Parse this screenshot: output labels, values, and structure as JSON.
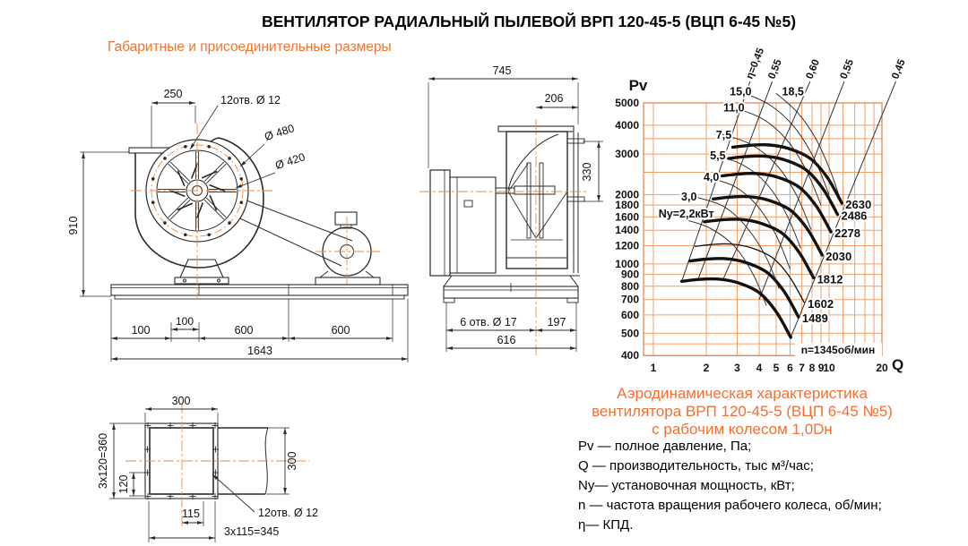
{
  "page": {
    "title": "ВЕНТИЛЯТОР РАДИАЛЬНЫЙ ПЫЛЕВОЙ ВРП 120-45-5 (ВЦП 6-45 №5)",
    "subtitle": "Габаритные и присоединительные размеры"
  },
  "colors": {
    "accent": "#f2732c",
    "grid": "#f0a068",
    "axis_box": "#e8884a",
    "centerline": "#f08a3c",
    "line": "#2a2a2a"
  },
  "front_view": {
    "dims": {
      "top_width": "250",
      "holes": "12отв. Ø 12",
      "outer_dia": "Ø 480",
      "inner_dia": "Ø 420",
      "height": "910",
      "base_left": "100",
      "base_small": "100",
      "base_mid": "600",
      "base_right": "600",
      "base_total": "1643"
    }
  },
  "side_view": {
    "dims": {
      "total_width": "745",
      "outlet_offset": "206",
      "flange_height": "330",
      "base_holes": "6 отв. Ø 17",
      "base_right": "197",
      "base_width": "616"
    }
  },
  "flange_view": {
    "dims": {
      "top_width": "300",
      "left_pitch": "3x120=360",
      "pitch": "120",
      "duct_height": "300",
      "hole_offset": "115",
      "holes": "12отв.  Ø 12",
      "bottom_pitch": "3x115=345"
    }
  },
  "chart_data": {
    "type": "line",
    "x_axis": {
      "label": "Q",
      "scale": "log",
      "range": [
        1,
        20
      ],
      "ticks": [
        1,
        2,
        3,
        4,
        5,
        6,
        7,
        8,
        9,
        10,
        20
      ],
      "minor": [
        12,
        14,
        16,
        18
      ]
    },
    "y_axis": {
      "label": "Pv",
      "scale": "log",
      "range": [
        400,
        5000
      ],
      "ticks": [
        5000,
        4000,
        3000,
        2000,
        1800,
        1600,
        1400,
        1200,
        1000,
        900,
        800,
        700,
        600,
        500,
        400
      ],
      "minor": [
        3500,
        2500,
        450
      ]
    },
    "speed_curves": [
      {
        "rpm": "2630",
        "points": [
          [
            2.83,
            3211
          ],
          [
            3.52,
            3271
          ],
          [
            4.5,
            3287
          ],
          [
            5.87,
            3172
          ],
          [
            7.82,
            2866
          ],
          [
            9.78,
            2370
          ],
          [
            11.83,
            1835
          ]
        ]
      },
      {
        "rpm": "2486",
        "points": [
          [
            2.68,
            2869
          ],
          [
            3.33,
            2923
          ],
          [
            4.25,
            2937
          ],
          [
            5.54,
            2835
          ],
          [
            7.39,
            2561
          ],
          [
            9.24,
            2117
          ],
          [
            11.18,
            1639
          ]
        ]
      },
      {
        "rpm": "2278",
        "points": [
          [
            2.46,
            2410
          ],
          [
            3.05,
            2456
          ],
          [
            3.9,
            2468
          ],
          [
            5.08,
            2382
          ],
          [
            6.77,
            2152
          ],
          [
            8.47,
            1779
          ],
          [
            10.25,
            1377
          ]
        ]
      },
      {
        "rpm": "2030",
        "points": [
          [
            2.19,
            1913
          ],
          [
            2.72,
            1950
          ],
          [
            3.47,
            1959
          ],
          [
            4.53,
            1890
          ],
          [
            6.04,
            1708
          ],
          [
            7.55,
            1412
          ],
          [
            9.13,
            1093
          ]
        ]
      },
      {
        "rpm": "1812",
        "points": [
          [
            1.95,
            1524
          ],
          [
            2.42,
            1553
          ],
          [
            3.1,
            1561
          ],
          [
            4.04,
            1506
          ],
          [
            5.39,
            1361
          ],
          [
            6.74,
            1125
          ],
          [
            8.15,
            871
          ]
        ]
      },
      {
        "rpm": "1602",
        "thin": true,
        "points": [
          [
            1.73,
            1191
          ],
          [
            2.14,
            1214
          ],
          [
            2.74,
            1220
          ],
          [
            3.57,
            1177
          ],
          [
            4.76,
            1064
          ],
          [
            5.96,
            879
          ],
          [
            7.21,
            681
          ]
        ]
      },
      {
        "rpm": "1489",
        "points": [
          [
            1.61,
            1029
          ],
          [
            1.99,
            1049
          ],
          [
            2.55,
            1054
          ],
          [
            3.32,
            1017
          ],
          [
            4.43,
            919
          ],
          [
            5.54,
            760
          ],
          [
            6.7,
            588
          ]
        ]
      },
      {
        "rpm": "1345",
        "annotation": "n=1345об/мин",
        "points": [
          [
            1.45,
            840
          ],
          [
            1.8,
            856
          ],
          [
            2.3,
            860
          ],
          [
            3.0,
            830
          ],
          [
            4.0,
            750
          ],
          [
            5.0,
            620
          ],
          [
            6.05,
            480
          ]
        ]
      }
    ],
    "power_curves": [
      {
        "kw": "Ny=2,2кВт",
        "label_at": [
          1.07,
          1650
        ],
        "points": [
          [
            1.5,
            1560
          ],
          [
            2.1,
            1430
          ],
          [
            2.9,
            1190
          ],
          [
            3.7,
            900
          ],
          [
            4.4,
            660
          ]
        ]
      },
      {
        "kw": "3,0",
        "label_at": [
          1.44,
          1950
        ],
        "points": [
          [
            1.75,
            1950
          ],
          [
            2.5,
            1780
          ],
          [
            3.3,
            1480
          ],
          [
            4.3,
            1100
          ],
          [
            5.2,
            780
          ]
        ]
      },
      {
        "kw": "4,0",
        "label_at": [
          1.93,
          2380
        ],
        "points": [
          [
            2.0,
            2380
          ],
          [
            2.9,
            2170
          ],
          [
            3.9,
            1790
          ],
          [
            5.0,
            1330
          ],
          [
            6.0,
            950
          ]
        ]
      },
      {
        "kw": "5,5",
        "label_at": [
          2.1,
          2950
        ],
        "points": [
          [
            2.2,
            2980
          ],
          [
            3.2,
            2700
          ],
          [
            4.4,
            2230
          ],
          [
            5.7,
            1650
          ],
          [
            6.9,
            1170
          ]
        ]
      },
      {
        "kw": "7,5",
        "label_at": [
          2.27,
          3620
        ],
        "points": [
          [
            2.4,
            3680
          ],
          [
            3.6,
            3300
          ],
          [
            5.0,
            2700
          ],
          [
            6.5,
            2000
          ],
          [
            7.9,
            1410
          ]
        ]
      },
      {
        "kw": "11,0",
        "label_at": [
          2.5,
          4750
        ],
        "points": [
          [
            2.6,
            4880
          ],
          [
            4.1,
            4300
          ],
          [
            5.7,
            3480
          ],
          [
            7.4,
            2560
          ],
          [
            9.0,
            1800
          ]
        ]
      },
      {
        "kw": "15,0",
        "label_at": [
          2.72,
          5600
        ],
        "points": [
          [
            2.85,
            5750
          ],
          [
            4.5,
            4950
          ],
          [
            6.3,
            3950
          ],
          [
            8.2,
            2880
          ],
          [
            10.0,
            2000
          ]
        ]
      },
      {
        "kw": "18,5",
        "label_at": [
          5.4,
          5600
        ],
        "points": [
          [
            5.0,
            5500
          ],
          [
            6.6,
            4550
          ],
          [
            8.4,
            3500
          ],
          [
            10.2,
            2520
          ],
          [
            11.8,
            1820
          ]
        ]
      }
    ],
    "eta_lines": [
      {
        "label": "η=0,45",
        "from": [
          1.45,
          840
        ],
        "to": [
          3.55,
          6200
        ]
      },
      {
        "label": "0,55",
        "from": [
          1.8,
          860
        ],
        "to": [
          4.75,
          6200
        ]
      },
      {
        "label": "0,60",
        "from": [
          2.5,
          860
        ],
        "to": [
          7.8,
          6200
        ]
      },
      {
        "label": "0,55",
        "from": [
          4.0,
          700
        ],
        "to": [
          12.2,
          6200
        ]
      },
      {
        "label": "0,45",
        "from": [
          6.05,
          480
        ],
        "to": [
          24,
          6200
        ]
      }
    ]
  },
  "caption": {
    "lines": [
      "Аэродинамическая характеристика",
      "вентилятора  ВРП 120-45-5 (ВЦП 6-45 №5)",
      "с рабочим колесом 1,0Dн"
    ]
  },
  "legend": [
    "Pv — полное давление, Па;",
    "Q  — производительность, тыс м³/час;",
    "Ny— установочная мощность, кВт;",
    "n — частота вращения рабочего колеса,  об/мин;",
    "η— КПД."
  ]
}
